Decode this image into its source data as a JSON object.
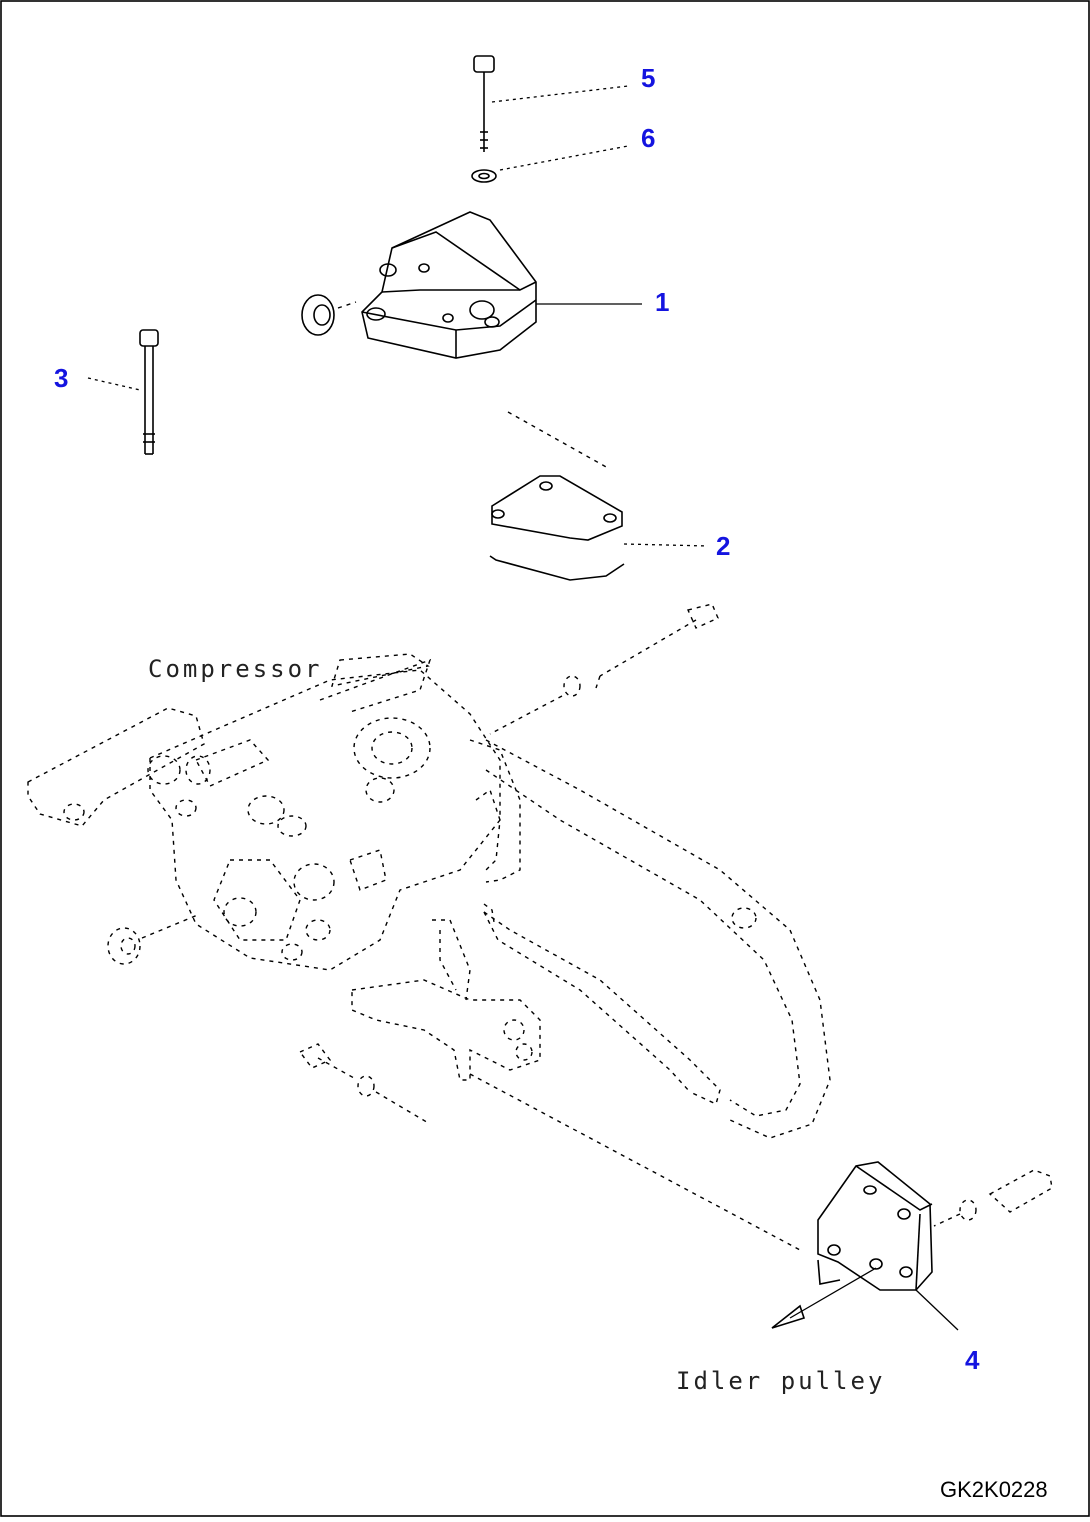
{
  "callouts": {
    "c1": "1",
    "c2": "2",
    "c3": "3",
    "c4": "4",
    "c5": "5",
    "c6": "6"
  },
  "labels": {
    "compressor": "Compressor",
    "idler_pulley": "Idler pulley"
  },
  "drawing_code": "GK2K0228",
  "colors": {
    "callout": "#1414e0",
    "line": "#000000",
    "background": "#ffffff"
  }
}
